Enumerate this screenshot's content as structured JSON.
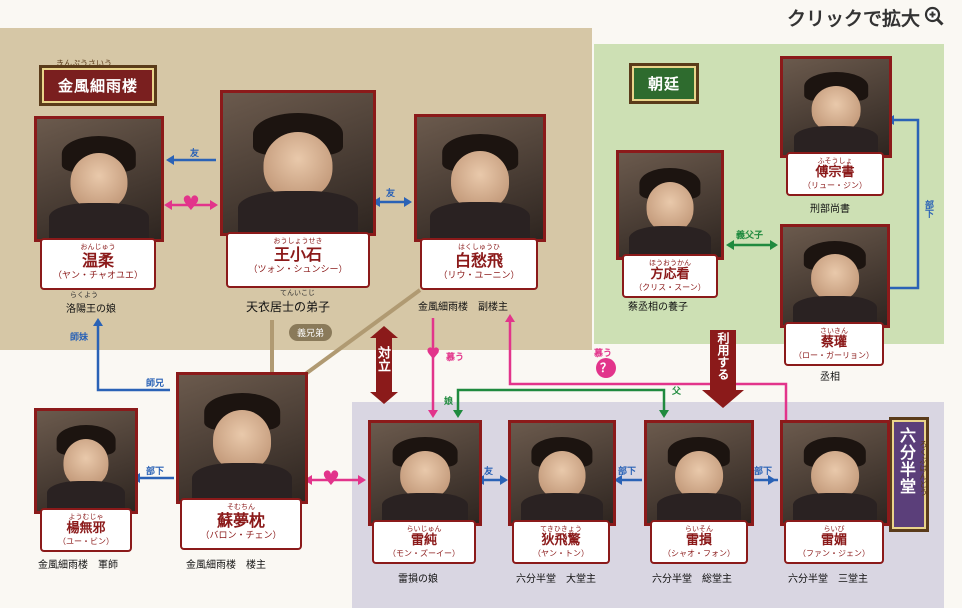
{
  "header": {
    "zoom_label": "クリックで拡大"
  },
  "groups": {
    "jinfeng": {
      "label": "金風細雨楼",
      "ruby": "きんぷうさいう",
      "color": "#7a1f1f"
    },
    "court": {
      "label": "朝廷",
      "color": "#2e6b2e"
    },
    "liufen": {
      "label": "六分半堂",
      "ruby": "ろくぶはんどう",
      "color": "#5b3f7a"
    }
  },
  "characters": [
    {
      "id": "wen",
      "ruby": "おんじゅう",
      "name": "温柔",
      "reading": "（ヤン・チャオユエ）",
      "caption_ruby": "らくよう",
      "caption": "洛陽王の娘"
    },
    {
      "id": "wang",
      "ruby": "おうしょうせき",
      "name": "王小石",
      "reading": "（ツォン・シュンシー）",
      "caption_ruby": "てんいこじ",
      "caption": "天衣居士の弟子"
    },
    {
      "id": "bai",
      "ruby": "はくしゅうひ",
      "name": "白愁飛",
      "reading": "（リウ・ユーニン）",
      "caption": "金風細雨楼　副楼主"
    },
    {
      "id": "yang",
      "ruby": "ようむじゃ",
      "name": "楊無邪",
      "reading": "（ユー・ビン）",
      "caption": "金風細雨楼　軍師"
    },
    {
      "id": "su",
      "ruby": "そむちん",
      "name": "蘇夢枕",
      "reading": "（バロン・チェン）",
      "caption": "金風細雨楼　楼主"
    },
    {
      "id": "fang",
      "ruby": "ほうおうかん",
      "name": "方応看",
      "reading": "（クリス・スーン）",
      "caption": "蔡丞相の養子"
    },
    {
      "id": "fu",
      "ruby": "ふそうしょ",
      "name": "傅宗書",
      "reading": "（リュー・ジン）",
      "caption": "刑部尚書"
    },
    {
      "id": "cai",
      "ruby": "さいきん",
      "name": "蔡瓘",
      "reading": "（ロー・ガーリョン）",
      "caption": "丞相"
    },
    {
      "id": "leichun",
      "ruby": "らいじゅん",
      "name": "雷純",
      "reading": "（モン・ズーイー）",
      "caption": "雷損の娘"
    },
    {
      "id": "di",
      "ruby": "てきひきょう",
      "name": "狄飛驚",
      "reading": "（ヤン・トン）",
      "caption": "六分半堂　大堂主"
    },
    {
      "id": "leisun",
      "ruby": "らいそん",
      "name": "雷損",
      "reading": "（シャオ・フォン）",
      "caption": "六分半堂　総堂主"
    },
    {
      "id": "leimei",
      "ruby": "らいび",
      "name": "雷媚",
      "reading": "（ファン・ジェン）",
      "caption": "六分半堂　三堂主"
    }
  ],
  "relations": {
    "friend": "友",
    "sworn": "義兄弟",
    "senior_sister": "師妹",
    "senior_brother": "師兄",
    "subordinate": "部下",
    "adoptive": "義父子",
    "admire": "慕う",
    "daughter": "娘",
    "father": "父",
    "hidden": "？",
    "oppose": "対立",
    "exploit": "利用する"
  }
}
